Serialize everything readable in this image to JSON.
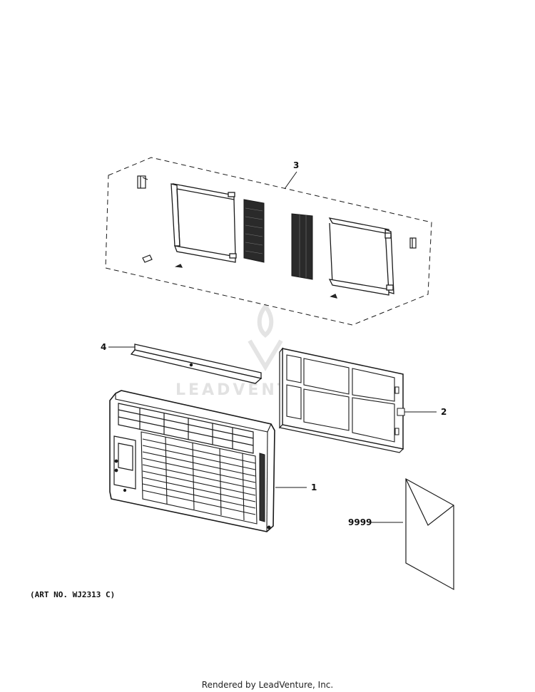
{
  "callouts": {
    "c1": "1",
    "c2": "2",
    "c3": "3",
    "c4": "4",
    "c9999": "9999"
  },
  "art_number": "(ART NO. WJ2313 C)",
  "footer": "Rendered by LeadVenture, Inc.",
  "watermark": {
    "text": "LEADVENTURE",
    "color": "#e2e2e2"
  },
  "colors": {
    "line": "#1a1a1a",
    "filter_mesh": "#2a2a2a"
  }
}
